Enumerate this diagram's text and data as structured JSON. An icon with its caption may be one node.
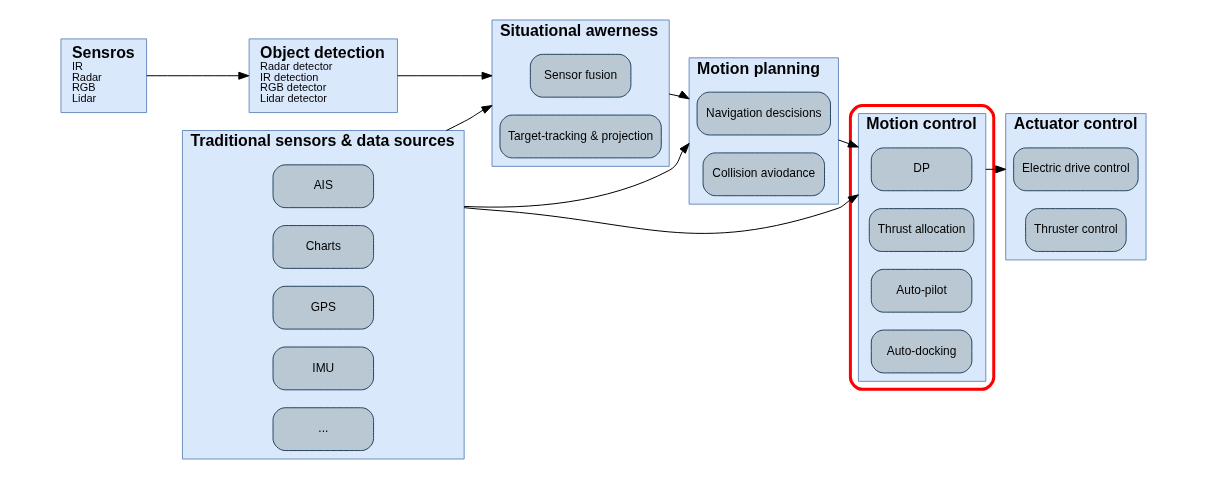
{
  "diagram": {
    "nodes": [
      {
        "text": [
          "Sensros",
          "IR",
          "Radar",
          "RGB",
          "Lidar"
        ]
      },
      {
        "text": [
          "Object detection",
          "Radar detector",
          "IR detection",
          "RGB detector",
          "Lidar detector"
        ]
      },
      {
        "text": [
          "Situational awerness"
        ]
      },
      {
        "text": [
          "Sensor fusion"
        ],
        "in": 2
      },
      {
        "text": [
          "Target-tracking & projection"
        ],
        "in": 2
      },
      {
        "text": [
          "Motion planning"
        ]
      },
      {
        "text": [
          "Navigation descisions"
        ],
        "in": 5
      },
      {
        "text": [
          "Collision aviodance"
        ],
        "in": 5
      },
      {
        "text": [],
        "shape": "box"
      },
      {
        "text": [
          "Motion control"
        ],
        "in": 8
      },
      {
        "text": [
          "DP"
        ],
        "in": 9
      },
      {
        "text": [
          "Thrust allocation"
        ],
        "in": 9
      },
      {
        "text": [
          "Auto-pilot"
        ],
        "in": 9
      },
      {
        "text": [
          "Auto-docking"
        ],
        "in": 9
      },
      {
        "text": [
          "Actuator control"
        ]
      },
      {
        "text": [
          "Electric drive control"
        ],
        "in": 14
      },
      {
        "text": [
          "Thruster control"
        ],
        "in": 14
      },
      {
        "text": [
          "Traditional sensors & data sources"
        ]
      },
      {
        "text": [
          "AIS"
        ],
        "in": 17
      },
      {
        "text": [
          "Charts"
        ],
        "in": 17
      },
      {
        "text": [
          "GPS"
        ],
        "in": 17
      },
      {
        "text": [
          "IMU"
        ],
        "in": 17
      },
      {
        "text": [
          "..."
        ],
        "in": 17
      }
    ],
    "edges": [
      {
        "from": 0,
        "to": 1,
        "arrow": "to"
      },
      {
        "from": 1,
        "to": 2,
        "arrow": "to"
      },
      {
        "from": 2,
        "to": 5,
        "arrow": "to"
      },
      {
        "from": 5,
        "to": 9,
        "arrow": "to"
      },
      {
        "from": 9,
        "to": 14,
        "arrow": "to"
      },
      {
        "from": 17,
        "to": 2,
        "arrow": "to"
      },
      {
        "from": 17,
        "to": 5,
        "arrow": "to"
      },
      {
        "from": 17,
        "to": 9,
        "arrow": "to"
      }
    ]
  }
}
